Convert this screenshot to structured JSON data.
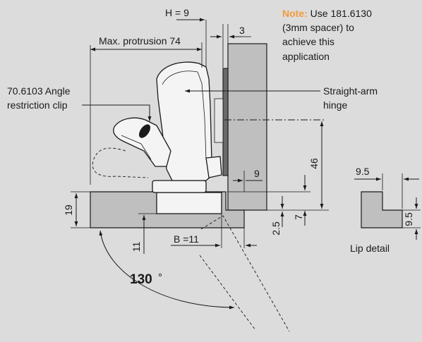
{
  "dimensions": {
    "h": "H = 9",
    "three": "3",
    "max_protrusion": "Max. protrusion 74",
    "forty_six": "46",
    "nine": "9",
    "nineteen": "19",
    "two_five": "2.5",
    "seven": "7",
    "eleven": "11",
    "b": "B =11",
    "angle_value": "130",
    "angle_unit": "°"
  },
  "labels": {
    "clip_line1": "70.6103 Angle",
    "clip_line2": "restriction clip",
    "hinge_line1": "Straight-arm",
    "hinge_line2": "hinge"
  },
  "note": {
    "heading": "Note:",
    "line1_rest": " Use 181.6130",
    "line2": "(3mm spacer) to",
    "line3": "achieve this",
    "line4": "application"
  },
  "lip_detail": {
    "title": "Lip detail",
    "top_dim": "9.5",
    "side_dim": "9.5"
  },
  "colors": {
    "background": "#dcdcdc",
    "note_heading": "#f39a3c",
    "cabinet": "#bfbfbf",
    "line": "#1a1a1a"
  }
}
